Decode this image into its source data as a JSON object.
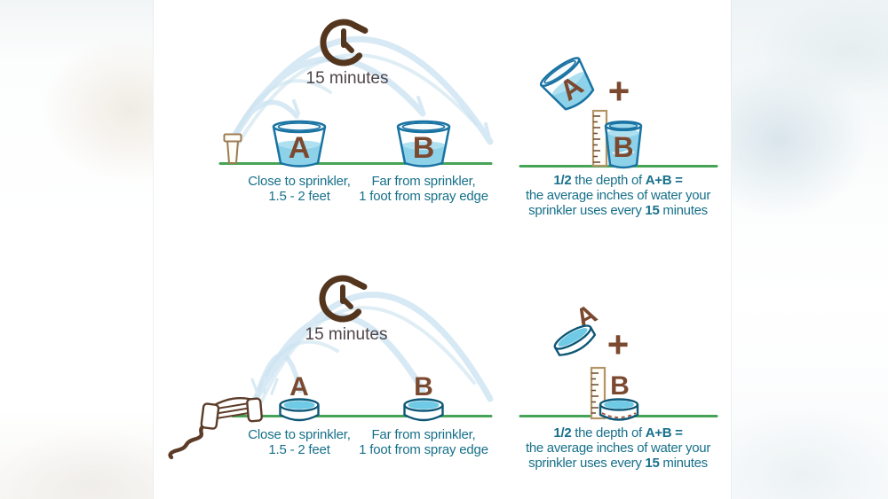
{
  "colors": {
    "teal_text": "#17708a",
    "brown_clock": "#54361f",
    "brown_letter": "#7b4930",
    "brown_plus": "#5c3a22",
    "brown_hose": "#5c3c28",
    "green_ground": "#47a457",
    "water_blue": "#8ed2ea",
    "bucket_outline_blue": "#1973a3",
    "can_outline_navy": "#0e5776",
    "spray_blue": "#d7e9f4",
    "ruler_tan": "#b39668",
    "ruler_tick_brown": "#6b4630",
    "pipe_tan": "#9c7c52",
    "timer_text_gray": "#4f454a"
  },
  "labels": {
    "timer": "15 minutes",
    "container_a": "A",
    "container_b": "B",
    "plus": "+",
    "close_line1": "Close to sprinkler,",
    "close_line2": "1.5 - 2 feet",
    "far_line1": "Far from sprinkler,",
    "far_line2": "1 foot from spray edge",
    "result_bold1": "1/2",
    "result_mid": " the depth of ",
    "result_bold2": "A+B =",
    "result_line2": "the average inches of water your",
    "result_line3_pre": "sprinkler uses every ",
    "result_line3_bold": "15",
    "result_line3_post": " minutes"
  }
}
